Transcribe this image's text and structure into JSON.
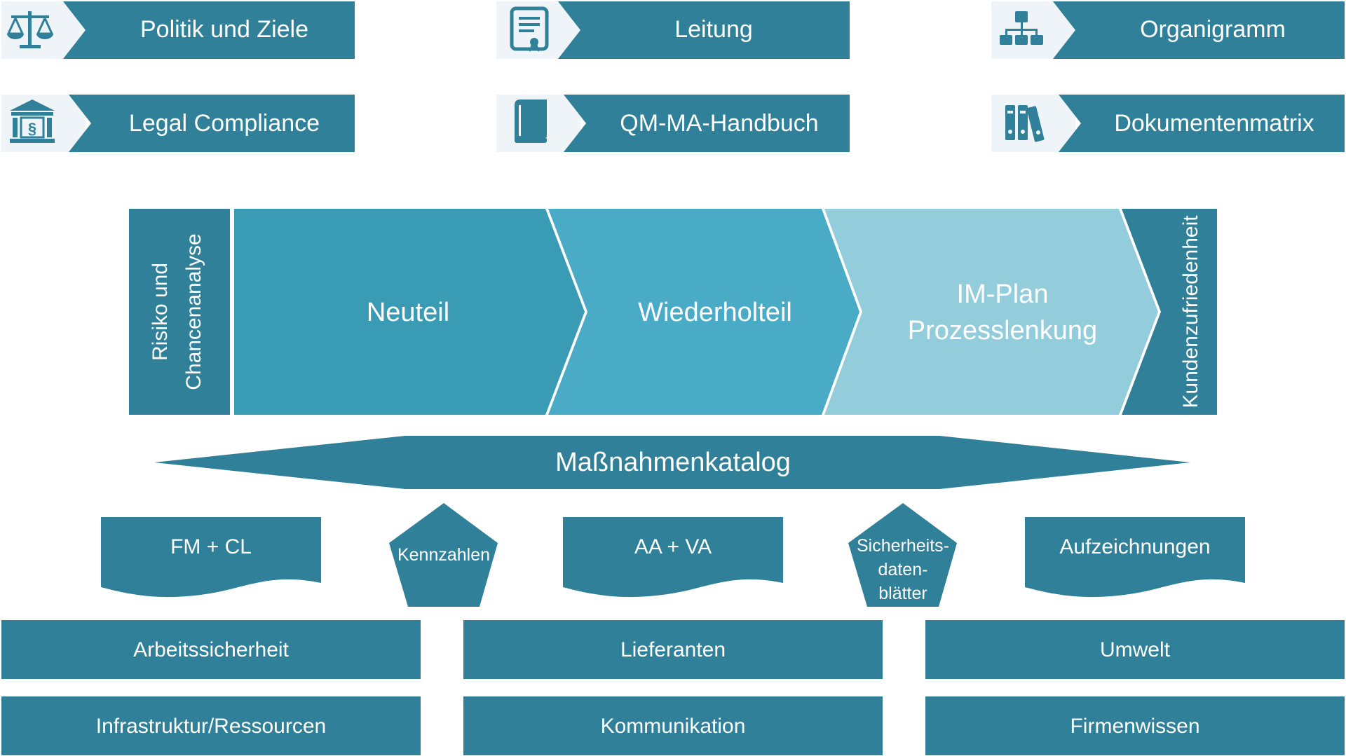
{
  "top_links": [
    {
      "label": "Politik und Ziele",
      "icon": "scales-icon"
    },
    {
      "label": "Leitung",
      "icon": "certificate-document-icon"
    },
    {
      "label": "Organigramm",
      "icon": "org-chart-icon"
    },
    {
      "label": "Legal Compliance",
      "icon": "courthouse-icon"
    },
    {
      "label": "QM-MA-Handbuch",
      "icon": "book-icon"
    },
    {
      "label": "Dokumentenmatrix",
      "icon": "binders-icon"
    }
  ],
  "process": {
    "left_label_line1": "Risiko und",
    "left_label_line2": "Chancenanalyse",
    "steps": [
      {
        "line1": "Neuteil",
        "line2": ""
      },
      {
        "line1": "Wiederholteil",
        "line2": ""
      },
      {
        "line1": "IM-Plan",
        "line2": "Prozesslenkung"
      }
    ],
    "right_label": "Kundenzufriedenheit"
  },
  "catalog_label": "Maßnahmenkatalog",
  "documents": [
    "FM + CL",
    "AA + VA",
    "Aufzeichnungen"
  ],
  "pentagons": [
    {
      "lines": [
        "Kennzahlen"
      ]
    },
    {
      "lines": [
        "Sicherheits-",
        "daten-",
        "blätter"
      ]
    }
  ],
  "bottom_rows": [
    [
      "Arbeitssicherheit",
      "Lieferanten",
      "Umwelt"
    ],
    [
      "Infrastruktur/Ressourcen",
      "Kommunikation",
      "Firmenwissen"
    ]
  ],
  "colors": {
    "primary": "#2f8098",
    "neuteil": "#3a9bb5",
    "wiederholteil": "#4aabc7",
    "improcess": "#93cddc",
    "icon_bg": "#eef4f7"
  }
}
